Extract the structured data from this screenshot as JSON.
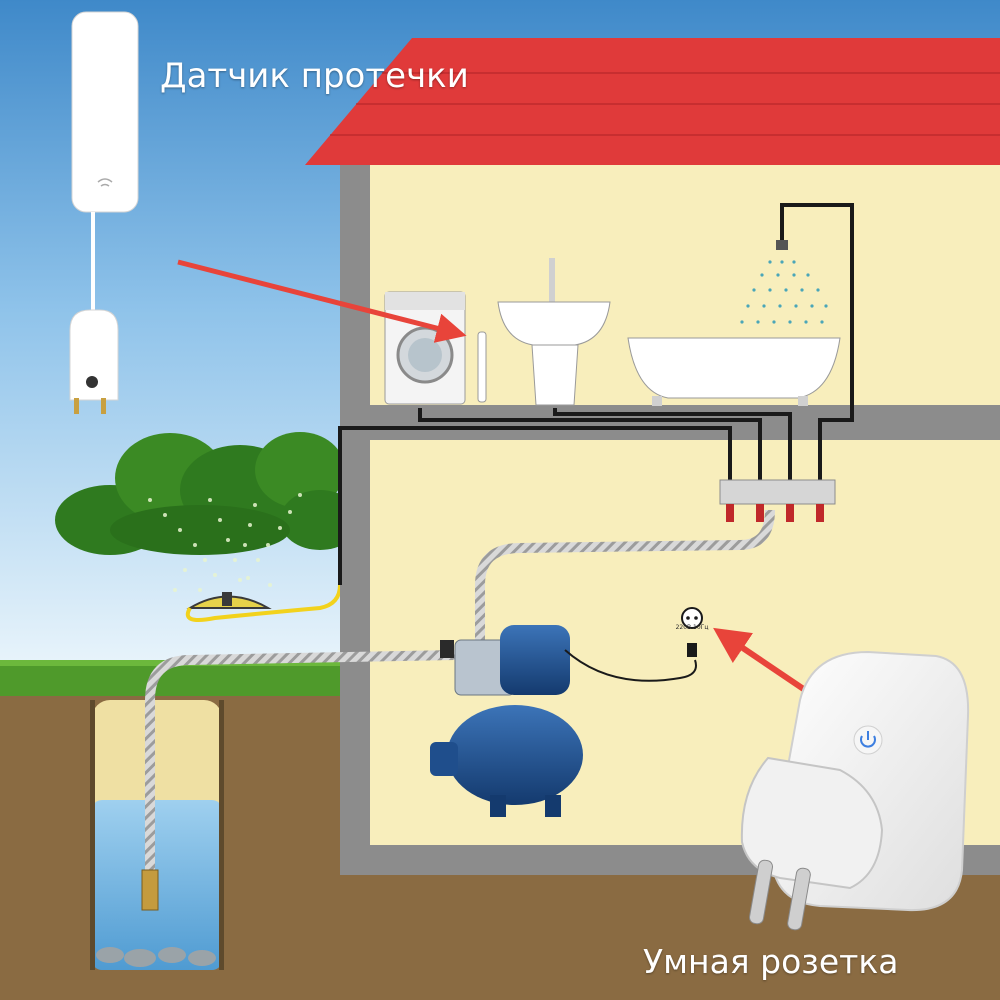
{
  "labels": {
    "leak_sensor": "Датчик протечки",
    "smart_plug": "Умная розетка",
    "socket_rating": "220В 10Гц"
  },
  "colors": {
    "sky_top": "#3f89c9",
    "sky_bottom": "#e9f4fb",
    "grass": "#4f9a2b",
    "soil": "#8a6b42",
    "house_wall": "#f8eebc",
    "house_frame": "#8c8c8c",
    "roof": "#e03a3a",
    "pump": "#1f4e8c",
    "arrow": "#e8443a",
    "water": "#6cb4e4",
    "hose_yellow": "#f2d21c"
  },
  "icons": [
    "leak-sensor-device",
    "washing-machine-icon",
    "sink-icon",
    "bathtub-icon",
    "shower-icon",
    "sprinkler-icon",
    "water-pump-icon",
    "wall-socket-icon",
    "smart-plug-icon",
    "power-button-icon",
    "wifi-icon"
  ]
}
